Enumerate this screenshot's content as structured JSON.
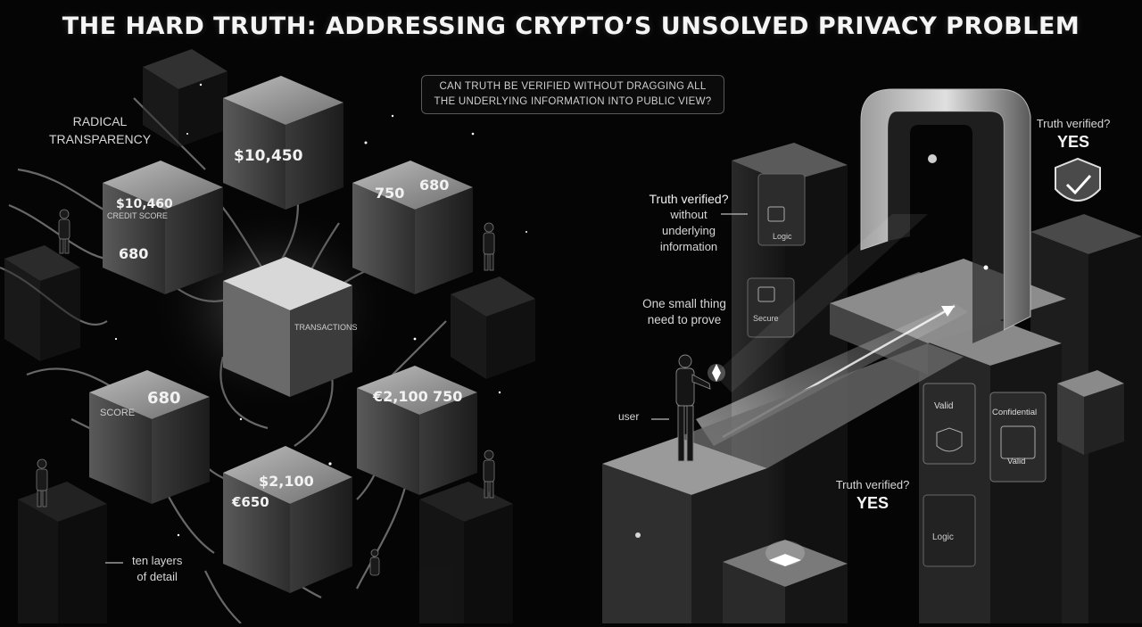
{
  "headline": "THE HARD TRUTH: ADDRESSING CRYPTO’S UNSOLVED PRIVACY PROBLEM",
  "question": {
    "line1": "CAN TRUTH BE VERIFIED WITHOUT DRAGGING ALL",
    "line2": "THE UNDERLYING INFORMATION INTO PUBLIC VIEW?"
  },
  "left": {
    "radical_line1": "RADICAL",
    "radical_line2": "TRANSPARENCY",
    "ten_line1": "ten layers",
    "ten_line2": "of detail",
    "cubes": {
      "top_amount": "$10,450",
      "credit_amount": "$10,460",
      "credit_score_label": "CREDIT SCORE",
      "credit_score": "680",
      "mid_top": "680",
      "mid_bottom": "750",
      "center": "TRANSACTIONS",
      "left_label": "SCORE",
      "left_score": "680",
      "right_amount": "€2,100",
      "right_score": "750",
      "bottom_amount": "$2,100",
      "bottom_amount2": "€650"
    }
  },
  "right": {
    "tv_title": "Truth verified?",
    "tv_line2": "without",
    "tv_line3": "underlying",
    "tv_line4": "information",
    "one_line1": "One small thing",
    "one_line2": "need to prove",
    "user": "user",
    "tv_top": "Truth verified?",
    "yes_top": "YES",
    "tv_bottom": "Truth verified?",
    "yes_bottom": "YES",
    "block_logic": "Logic",
    "block_secure": "Secure",
    "block_valid": "Valid",
    "block_confidential": "Confidential",
    "block_valid2": "Valid",
    "block_logic2": "Logic"
  },
  "colors": {
    "background": "#050505",
    "cube_face": "#3a3a3a",
    "highlight": "#f5f5f5"
  }
}
